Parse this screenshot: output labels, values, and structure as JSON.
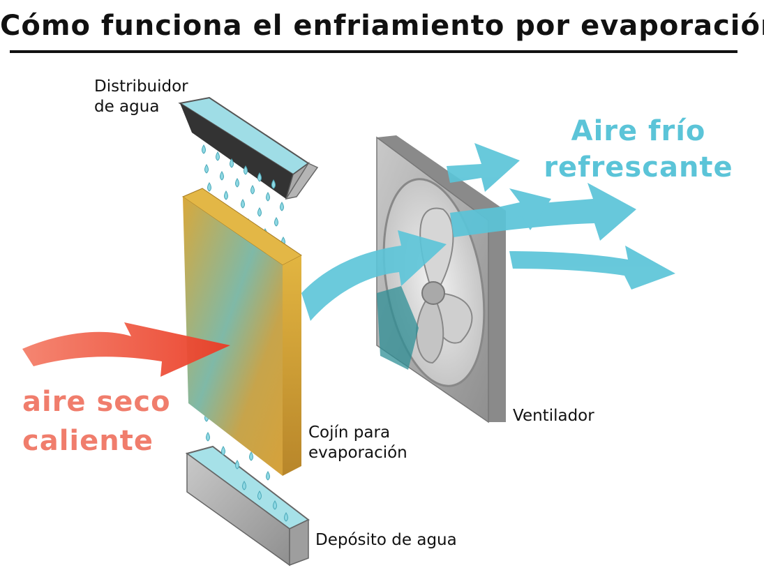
{
  "title": "Cómo funciona el enfriamiento por evaporación",
  "labels": {
    "distributor_line1": "Distribuidor",
    "distributor_line2": "de agua",
    "cold_air_line1": "Aire frío",
    "cold_air_line2": "refrescante",
    "hot_air_line1": "aire seco",
    "hot_air_line2": "caliente",
    "fan": "Ventilador",
    "pad_line1": "Cojín para",
    "pad_line2": "evaporación",
    "tank": "Depósito de agua"
  },
  "colors": {
    "cold_air": "#5bc4d8",
    "hot_air": "#f07d6c",
    "pad": "#d9a83a",
    "water": "#8fd8e3",
    "metal": "#9a9a9a"
  }
}
